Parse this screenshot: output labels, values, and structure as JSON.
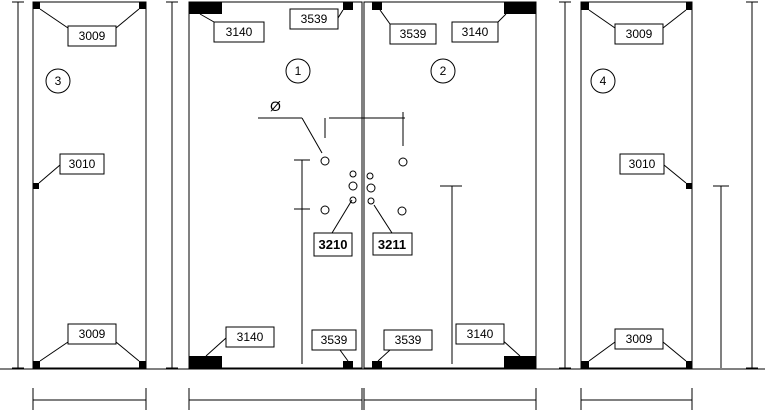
{
  "panels": [
    {
      "number": "3",
      "labels": [
        "3009",
        "3010",
        "3009"
      ]
    },
    {
      "number": "1",
      "labels": [
        "3140",
        "3539",
        "3140",
        "3539"
      ]
    },
    {
      "number": "2",
      "labels": [
        "3539",
        "3140",
        "3539",
        "3140"
      ]
    },
    {
      "number": "4",
      "labels": [
        "3009",
        "3010",
        "3009"
      ]
    }
  ],
  "handles": {
    "left_label": "3210",
    "right_label": "3211"
  },
  "diameter_symbol": "Ø"
}
